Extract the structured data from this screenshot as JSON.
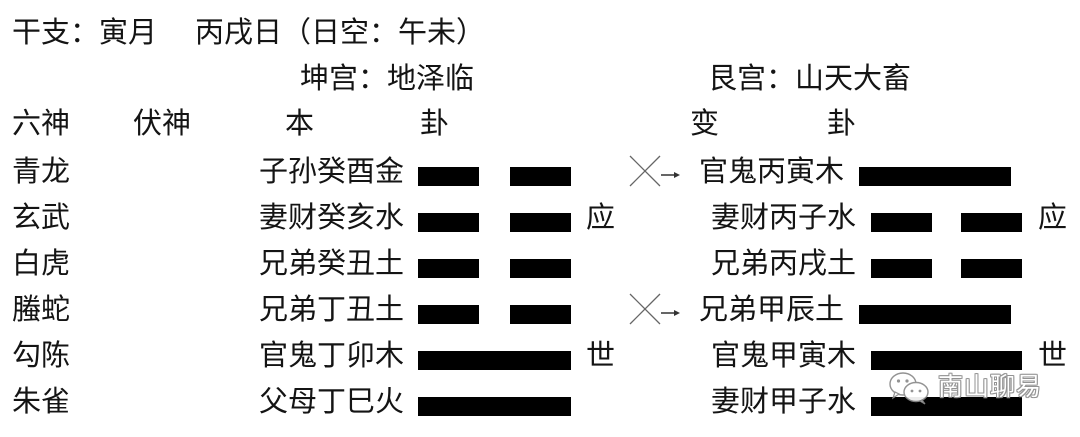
{
  "header": {
    "ganzhi": "干支：寅月",
    "day": "丙戌日（日空：午未）"
  },
  "hexagrams": {
    "original_title": "坤宫：地泽临",
    "changed_title": "艮宫：山天大畜"
  },
  "column_headers": {
    "six_spirits": "六神",
    "hidden_spirit": "伏神",
    "original_a": "本",
    "original_b": "卦",
    "changed_a": "变",
    "changed_b": "卦"
  },
  "rows": [
    {
      "spirit": "青龙",
      "hidden": "",
      "moving": true,
      "original": {
        "label": "子孙癸酉金",
        "line": "yin",
        "mark": ""
      },
      "changed": {
        "label": "官鬼丙寅木",
        "line": "yang",
        "mark": ""
      }
    },
    {
      "spirit": "玄武",
      "hidden": "",
      "moving": false,
      "original": {
        "label": "妻财癸亥水",
        "line": "yin",
        "mark": "应"
      },
      "changed": {
        "label": "妻财丙子水",
        "line": "yin",
        "mark": "应"
      }
    },
    {
      "spirit": "白虎",
      "hidden": "",
      "moving": false,
      "original": {
        "label": "兄弟癸丑土",
        "line": "yin",
        "mark": ""
      },
      "changed": {
        "label": "兄弟丙戌土",
        "line": "yin",
        "mark": ""
      }
    },
    {
      "spirit": "螣蛇",
      "hidden": "",
      "moving": true,
      "original": {
        "label": "兄弟丁丑土",
        "line": "yin",
        "mark": ""
      },
      "changed": {
        "label": "兄弟甲辰土",
        "line": "yang",
        "mark": ""
      }
    },
    {
      "spirit": "勾陈",
      "hidden": "",
      "moving": false,
      "original": {
        "label": "官鬼丁卯木",
        "line": "yang",
        "mark": "世"
      },
      "changed": {
        "label": "官鬼甲寅木",
        "line": "yang",
        "mark": "世"
      }
    },
    {
      "spirit": "朱雀",
      "hidden": "",
      "moving": false,
      "original": {
        "label": "父母丁巳火",
        "line": "yang",
        "mark": ""
      },
      "changed": {
        "label": "妻财甲子水",
        "line": "yang",
        "mark": ""
      }
    }
  ],
  "moving_marker": {
    "symbol": "×→",
    "icon": "cross-arrow-icon",
    "color": "#666666"
  },
  "watermark": {
    "icon": "wechat-icon",
    "text": "南山聊易"
  },
  "colors": {
    "text": "#141414",
    "bar": "#000000",
    "background": "#ffffff"
  }
}
